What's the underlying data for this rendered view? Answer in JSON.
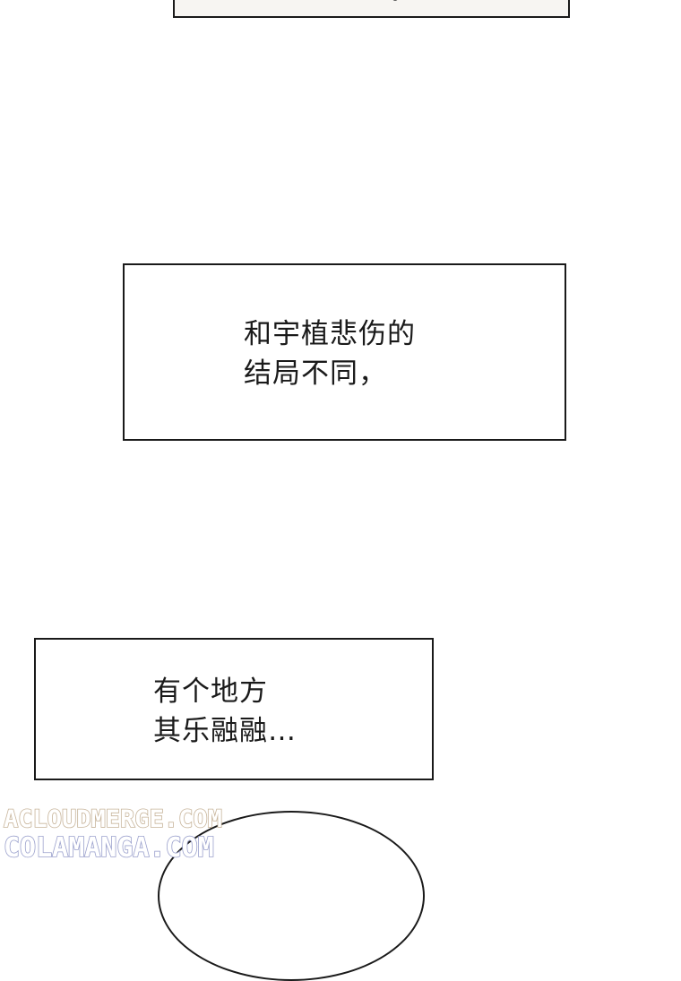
{
  "panels": [
    {
      "lines": [
        "和宇植悲伤的",
        "结局不同，"
      ]
    },
    {
      "lines": [
        "有个地方",
        "其乐融融…"
      ]
    }
  ],
  "watermark": {
    "line1": "ACLOUDMERGE.COM",
    "line2": "COLAMANGA.COM",
    "color1": "#c7b49a",
    "color2": "#9aa0cc"
  }
}
